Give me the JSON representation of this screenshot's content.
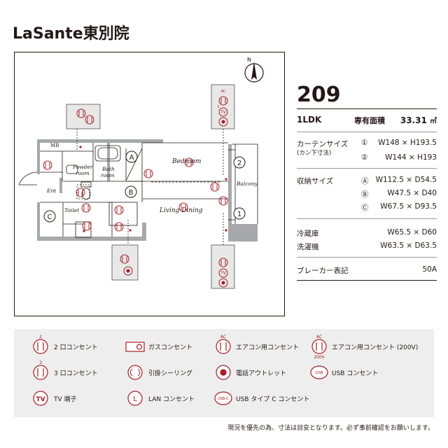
{
  "title": "LaSante東別院",
  "plan": {
    "labels": {
      "mb": "MB",
      "powder": "Powder",
      "powder2": "room",
      "bath": "Bath",
      "bath2": "room",
      "bedroom": "Bedroom",
      "balcony": "Balcony",
      "ent": "Ent",
      "toilet": "Toilet",
      "living": "Living Dining",
      "north": "N",
      "markA": "A",
      "markB": "B",
      "markC": "C",
      "mark1": "1",
      "mark2": "2",
      "ac": "AC",
      "tv": "TV",
      "num2": "2",
      "num3": "3"
    }
  },
  "spec": {
    "room_number": "209",
    "layout": "1LDK",
    "area_label": "専有面積",
    "area_value": "33.31",
    "area_unit": "㎡",
    "curtain_label": "カーテンサイズ",
    "curtain_sub": "(カン下寸法)",
    "curtain": [
      {
        "mark": "①",
        "value": "W148 × H193.5"
      },
      {
        "mark": "②",
        "value": "W144 × H193"
      }
    ],
    "storage_label": "収納サイズ",
    "storage": [
      {
        "mark": "Ⓐ",
        "value": "W112.5 × D54.5"
      },
      {
        "mark": "Ⓑ",
        "value": "W47.5 × D40"
      },
      {
        "mark": "Ⓒ",
        "value": "W67.5 × D93.5"
      }
    ],
    "fridge_label": "冷蔵庫",
    "fridge_value": "W65.5 × D60",
    "washer_label": "洗濯機",
    "washer_value": "W63.5 × D63.5",
    "breaker_label": "ブレーカー表記",
    "breaker_value": "50A"
  },
  "legend": {
    "outlet2": "2 口コンセント",
    "gas": "ガスコンセント",
    "ac_outlet": "エアコン用コンセント",
    "ac_200v": "エアコン用コンセント (200V)",
    "outlet3": "3 口コンセント",
    "ceiling": "引掛シーリング",
    "phone": "電話アウトレット",
    "usb": "USB コンセント",
    "tv": "TV 端子",
    "lan": "LAN コンセント",
    "usbc": "USB タイプ C コンセント",
    "icon_200v": "200V",
    "icon_usb": "USB",
    "icon_usbc": "USB-C",
    "icon_l": "L",
    "icon_tv": "TV"
  },
  "footer": "現況を優先の為、寸法は目安となります。必ず事前確認をお願いします。",
  "colors": {
    "accent": "#a61d24",
    "wall": "#a7a8a9",
    "text": "#231815",
    "legend_bg": "#eeeeee"
  }
}
